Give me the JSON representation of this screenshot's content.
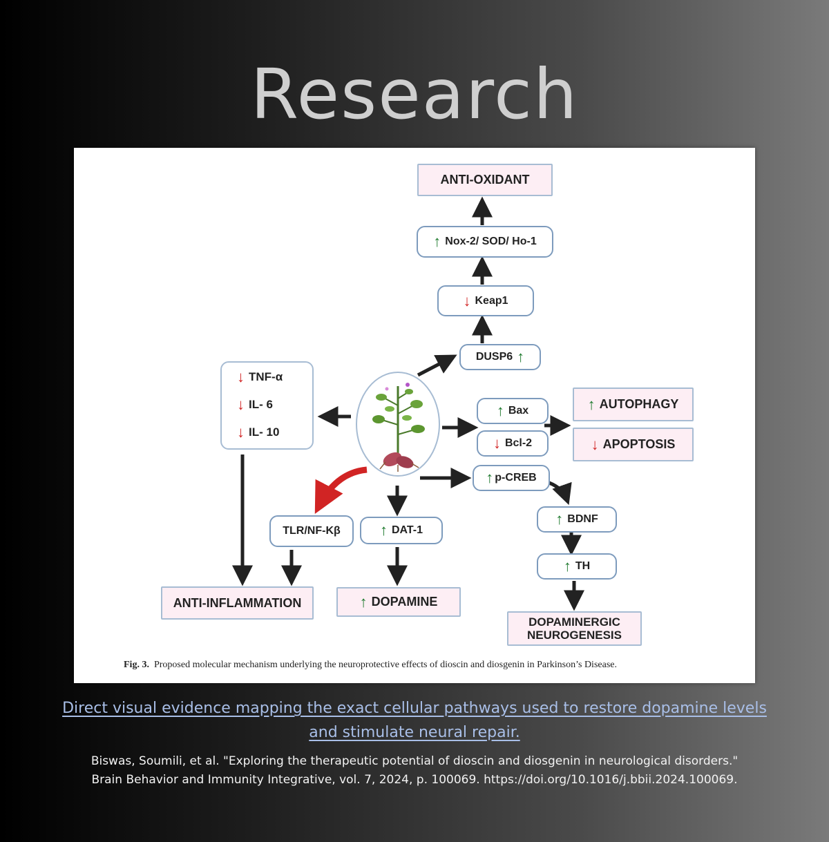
{
  "title": "Research",
  "diagram": {
    "nodes": {
      "antioxidant": "ANTI-OXIDANT",
      "nox": "Nox-2/ SOD/ Ho-1",
      "keap1": "Keap1",
      "dusp6": "DUSP6",
      "tnf": "TNF-α",
      "il6": "IL- 6",
      "il10": "IL- 10",
      "bax": "Bax",
      "bcl2": "Bcl-2",
      "autophagy": "AUTOPHAGY",
      "apoptosis": "APOPTOSIS",
      "pcreb": "p-CREB",
      "bdnf": "BDNF",
      "th": "TH",
      "tlr": "TLR/NF-Kβ",
      "dat1": "DAT-1",
      "anti_inflammation": "ANTI-INFLAMMATION",
      "dopamine": "DOPAMINE",
      "neuro_line1": "DOPAMINERGIC",
      "neuro_line2": "NEUROGENESIS"
    },
    "caption_label": "Fig. 3.",
    "caption_text": "Proposed molecular mechanism underlying the neuroprotective effects of dioscin and diosgenin in Parkinson’s Disease."
  },
  "summary_link": "Direct visual evidence mapping the exact cellular pathways used to restore dopamine levels and stimulate neural repair.",
  "citation_line1": "Biswas, Soumili, et al. \"Exploring the therapeutic potential of dioscin and diosgenin in neurological disorders.\"",
  "citation_line2": "Brain Behavior and Immunity Integrative, vol. 7, 2024, p. 100069. https://doi.org/10.1016/j.bbii.2024.100069.",
  "colors": {
    "up_arrow": "#1f7a2e",
    "down_arrow": "#d12424",
    "box_fill": "#fdeef4",
    "box_border": "#a7bcd3",
    "link": "#a9bfe8"
  },
  "icons": {
    "up": "green-up-arrow-icon",
    "down": "red-down-arrow-icon",
    "center": "dioscorea-plant-icon"
  }
}
